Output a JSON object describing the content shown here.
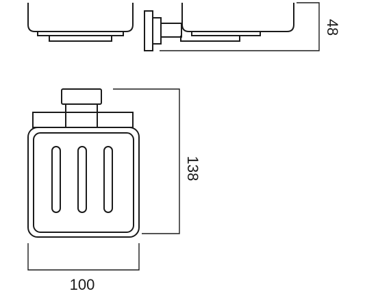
{
  "dimensions": {
    "width": "100",
    "height": "138",
    "depth": "48"
  },
  "colors": {
    "line": "#1a1a1a",
    "background": "#ffffff"
  }
}
